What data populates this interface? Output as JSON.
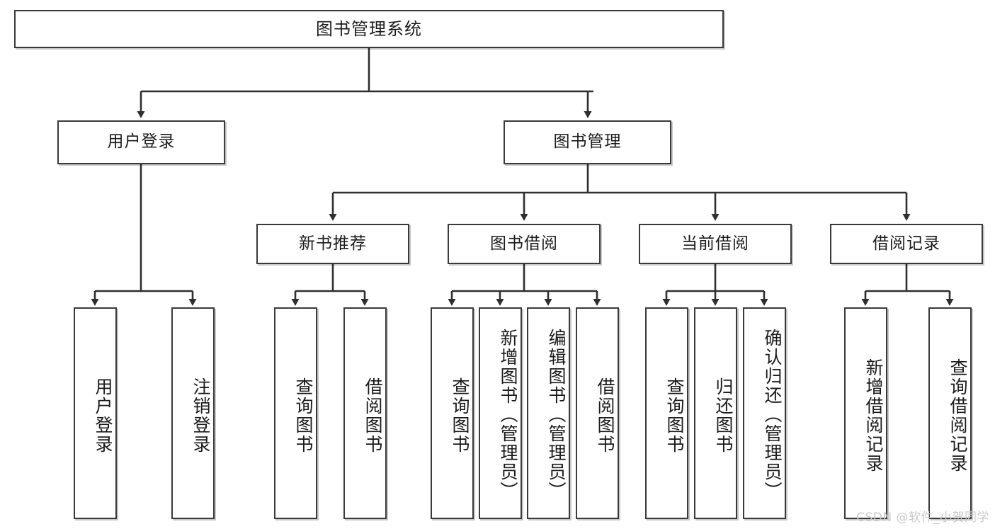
{
  "diagram": {
    "title": "图书管理系统",
    "type": "tree",
    "orientation": "top-down",
    "watermark": "CSDN @软件_小贺同学",
    "colors": {
      "box_border": "#3a3a3a",
      "box_fill": "#ffffff",
      "line": "#2f2f2f",
      "text": "#1b1b1b",
      "watermark": "#c9c9c9"
    },
    "levels": [
      {
        "level": 1,
        "labels": [
          "图书管理系统"
        ]
      },
      {
        "level": 2,
        "labels": [
          "用户登录",
          "图书管理"
        ]
      },
      {
        "level": 3,
        "labels": [
          "新书推荐",
          "图书借阅",
          "当前借阅",
          "借阅记录"
        ]
      },
      {
        "level": 4,
        "labels": [
          "用户登录",
          "注销登录",
          "查询图书",
          "借阅图书",
          "查询图书",
          "新增图书（管理员）",
          "编辑图书（管理员）",
          "借阅图书",
          "查询图书",
          "归还图书",
          "确认归还（管理员）",
          "新增借阅记录",
          "查询借阅记录"
        ]
      }
    ],
    "nodes": {
      "root": {
        "label": "图书管理系统"
      },
      "user_login": {
        "label": "用户登录"
      },
      "book_mgmt": {
        "label": "图书管理"
      },
      "new_book_rec": {
        "label": "新书推荐"
      },
      "book_borrow": {
        "label": "图书借阅"
      },
      "current_borrow": {
        "label": "当前借阅"
      },
      "borrow_record": {
        "label": "借阅记录"
      },
      "leaf_user_login": {
        "label": "用户登录"
      },
      "leaf_user_logout": {
        "label": "注销登录"
      },
      "leaf_query_book_a": {
        "label": "查询图书"
      },
      "leaf_borrow_book_a": {
        "label": "借阅图书"
      },
      "leaf_query_book_b": {
        "label": "查询图书"
      },
      "leaf_add_book": {
        "label": "新增图书（管理员）"
      },
      "leaf_edit_book": {
        "label": "编辑图书（管理员）"
      },
      "leaf_borrow_book_b": {
        "label": "借阅图书"
      },
      "leaf_query_book_c": {
        "label": "查询图书"
      },
      "leaf_return_book": {
        "label": "归还图书"
      },
      "leaf_confirm_return": {
        "label": "确认归还（管理员）"
      },
      "leaf_add_record": {
        "label": "新增借阅记录"
      },
      "leaf_query_record": {
        "label": "查询借阅记录"
      }
    },
    "edges": [
      {
        "from": "root",
        "to": "user_login"
      },
      {
        "from": "root",
        "to": "book_mgmt"
      },
      {
        "from": "user_login",
        "to": "leaf_user_login"
      },
      {
        "from": "user_login",
        "to": "leaf_user_logout"
      },
      {
        "from": "book_mgmt",
        "to": "new_book_rec"
      },
      {
        "from": "book_mgmt",
        "to": "book_borrow"
      },
      {
        "from": "book_mgmt",
        "to": "current_borrow"
      },
      {
        "from": "book_mgmt",
        "to": "borrow_record"
      },
      {
        "from": "new_book_rec",
        "to": "leaf_query_book_a"
      },
      {
        "from": "new_book_rec",
        "to": "leaf_borrow_book_a"
      },
      {
        "from": "book_borrow",
        "to": "leaf_query_book_b"
      },
      {
        "from": "book_borrow",
        "to": "leaf_add_book"
      },
      {
        "from": "book_borrow",
        "to": "leaf_edit_book"
      },
      {
        "from": "book_borrow",
        "to": "leaf_borrow_book_b"
      },
      {
        "from": "current_borrow",
        "to": "leaf_query_book_c"
      },
      {
        "from": "current_borrow",
        "to": "leaf_return_book"
      },
      {
        "from": "current_borrow",
        "to": "leaf_confirm_return"
      },
      {
        "from": "borrow_record",
        "to": "leaf_add_record"
      },
      {
        "from": "borrow_record",
        "to": "leaf_query_record"
      }
    ]
  }
}
